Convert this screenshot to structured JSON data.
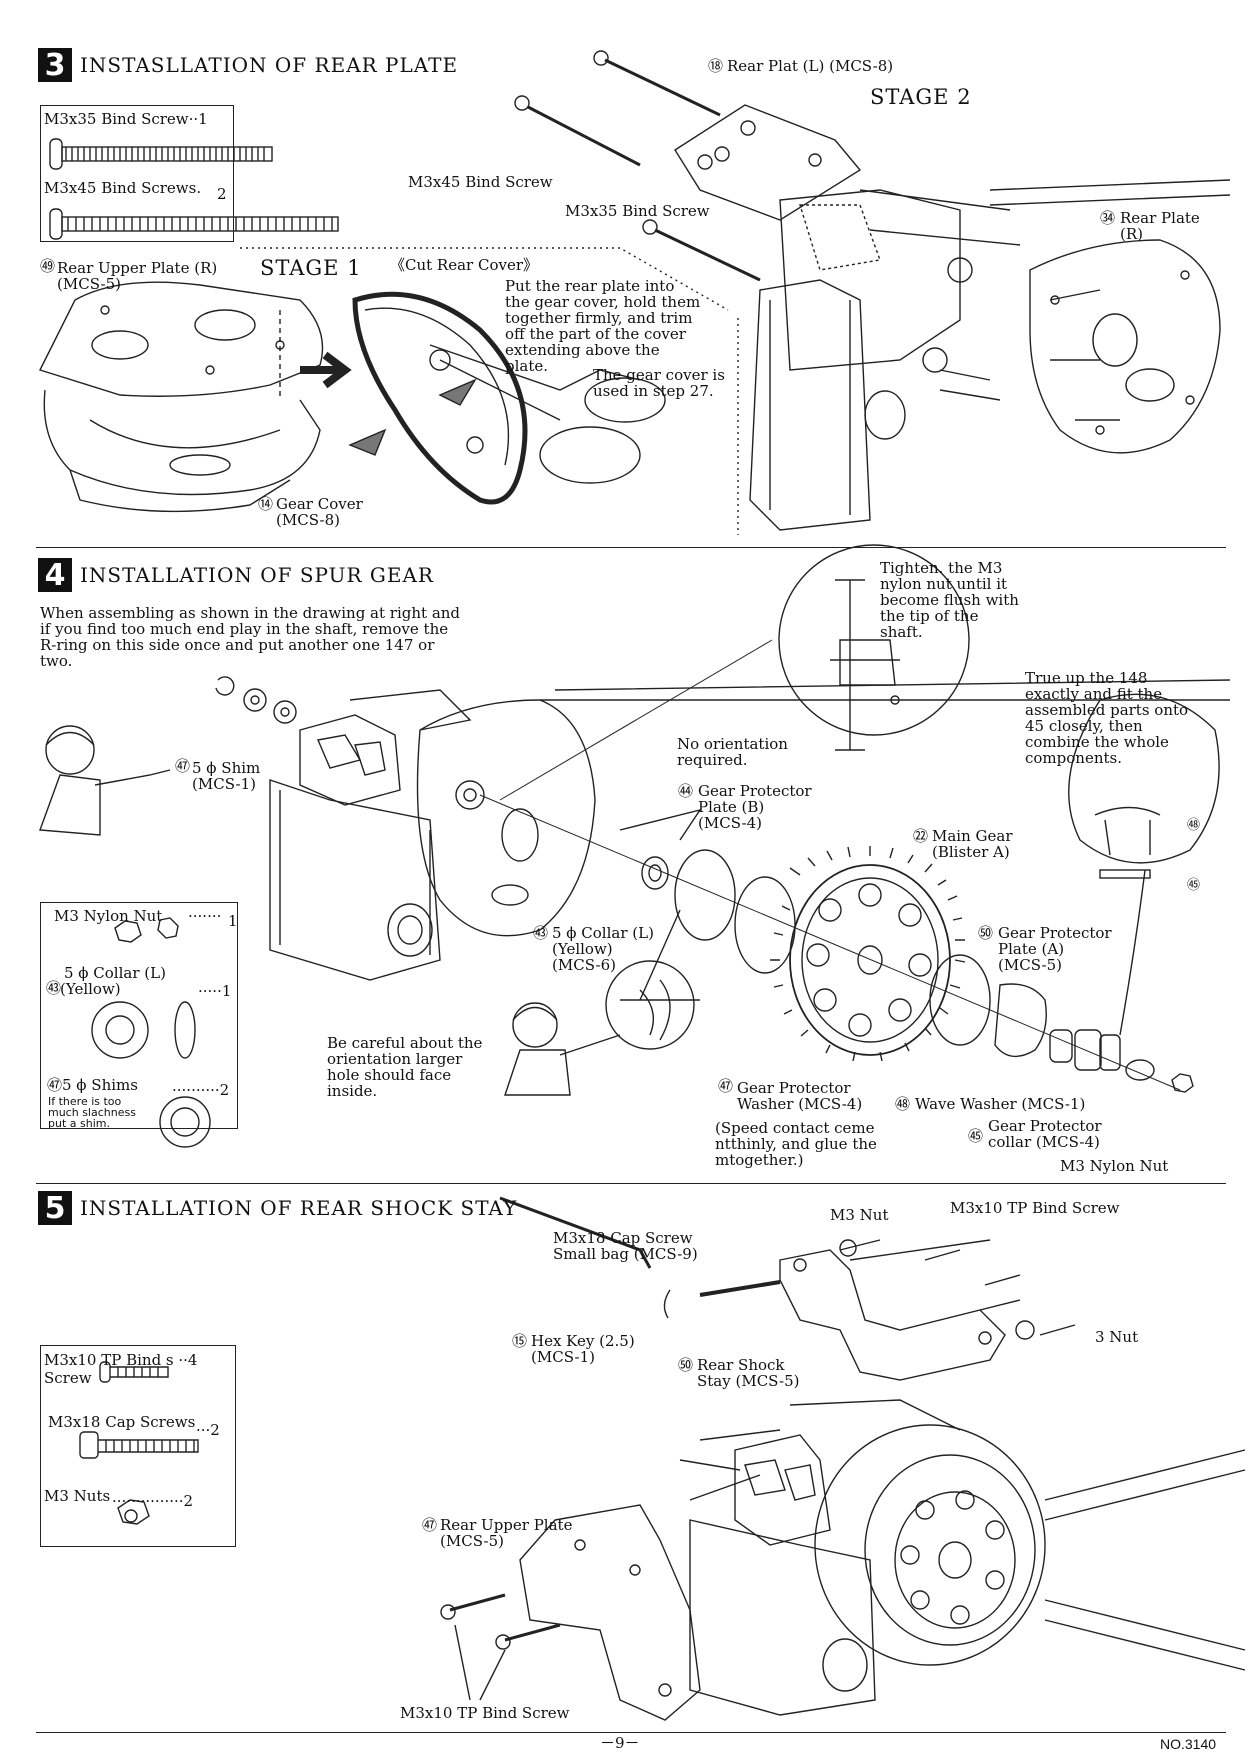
{
  "section3": {
    "number": "3",
    "title": "INSTASLLATION OF REAR PLATE",
    "parts_box": {
      "item1": "M3x35 Bind Screw··1",
      "item2": "M3x45 Bind Screws.",
      "item2_qty": "2"
    },
    "stage1": "STAGE 1",
    "stage2": "STAGE 2",
    "rear_upper_plate": "Rear Upper Plate (R)\n(MCS-5)",
    "rear_upper_plate_ref": "㊾",
    "gear_cover": "Gear Cover\n(MCS-8)",
    "gear_cover_ref": "⑭",
    "cut_rear_cover": "《Cut Rear Cover》",
    "instruction": "Put the rear plate into\nthe gear cover, hold them\ntogether firmly, and trim\noff the part of the cover\nextending above the\nplate.",
    "note": "The gear cover is\nused in step 27.",
    "rear_plat_l": "Rear Plat (L) (MCS-8)",
    "rear_plat_l_ref": "⑱",
    "m3x45": "M3x45 Bind Screw",
    "m3x35": "M3x35 Bind Screw",
    "rear_plate_r": "Rear Plate\n(R)",
    "rear_plate_r_ref": "㉞"
  },
  "section4": {
    "number": "4",
    "title": "INSTALLATION OF SPUR GEAR",
    "intro": "When assembling as shown in the drawing at right and\nif you find too much end play in the shaft, remove the\nR-ring on this side once and put another one 147 or\ntwo.",
    "shim": "5 ϕ Shim\n(MCS-1)",
    "shim_ref": "㊼",
    "tighten": "Tighten. the M3\nnylon nut until it\nbecome flush with\nthe tip of the\nshaft.",
    "true_up": "True up the 148\nexactly and fit the\nassembled parts onto\n45 closely, then\ncombine the whole\ncomponents.",
    "no_orientation": "No orientation\nrequired.",
    "gear_protector_b": "Gear Protector\nPlate (B)\n(MCS-4)",
    "gear_protector_b_ref": "㊹",
    "main_gear": "Main Gear\n(Blister A)",
    "main_gear_ref": "㉒",
    "collar_l": "5 ϕ Collar (L)\n(Yellow)\n(MCS-6)",
    "collar_l_ref": "㊸",
    "gear_protector_a": "Gear Protector\nPlate (A)\n(MCS-5)",
    "gear_protector_a_ref": "㊿",
    "careful": "Be careful about the\norientation larger\nhole should face\ninside.",
    "gp_washer": "Gear Protector\nWasher (MCS-4)",
    "gp_washer_ref": "㊼",
    "wave_washer": "Wave Washer (MCS-1)",
    "wave_washer_ref": "㊽",
    "speed_contact": "(Speed contact ceme\nntthinly, and glue the\nmtogether.)",
    "gp_collar": "Gear Protector\ncollar (MCS-4)",
    "gp_collar_ref": "㊺",
    "m3_nylon_nut": "M3 Nylon Nut",
    "detail_ref_top": "㊽",
    "detail_ref_bottom": "㊺",
    "parts_box": {
      "item1": "M3 Nylon Nut",
      "item1_dots": "·······",
      "item1_qty": "1",
      "item2": "5 ϕ Collar (L)",
      "item2_sub": "(Yellow)",
      "item2_ref": "㊸",
      "item2_qty": "·····1",
      "item3": "5 ϕ Shims",
      "item3_ref": "㊼",
      "item3_qty": "··········2",
      "item3_note": "If there is too\nmuch slachness\nput a shim."
    }
  },
  "section5": {
    "number": "5",
    "title": "INSTALLATION OF REAR SHOCK STAY",
    "cap_screw": "M3x18 Cap Screw\nSmall bag (MCS-9)",
    "m3_nut": "M3 Nut",
    "m3x10_tp": "M3x10 TP Bind Screw",
    "three_nut": "3 Nut",
    "hex_key": "Hex Key (2.5)\n(MCS-1)",
    "hex_key_ref": "⑮",
    "rear_shock_stay": "Rear Shock\nStay (MCS-5)",
    "rear_shock_stay_ref": "㊿",
    "rear_upper_plate": "Rear Upper Plate\n(MCS-5)",
    "rear_upper_plate_ref": "㊼",
    "m3x10_bottom": "M3x10 TP Bind Screw",
    "parts_box": {
      "item1": "M3x10 TP Bind s ··4",
      "item1b": "Screw",
      "item2": "M3x18  Cap Screws",
      "item2_qty": "···2",
      "item3": "M3 Nuts",
      "item3_qty": "···············2"
    }
  },
  "footer": {
    "page": "－9－",
    "doc_no": "NO.3140"
  }
}
